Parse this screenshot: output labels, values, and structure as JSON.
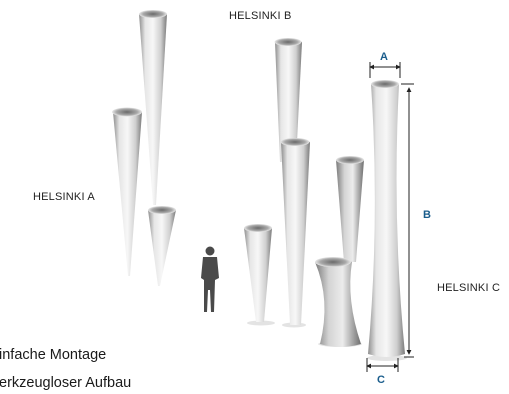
{
  "labels": {
    "helsinki_a": "HELSINKI A",
    "helsinki_b": "HELSINKI B",
    "helsinki_c": "HELSINKI C"
  },
  "dimensions": {
    "a": "A",
    "b": "B",
    "c": "C"
  },
  "features": [
    "infache Montage",
    "erkzeugloser Aufbau"
  ],
  "colors": {
    "dimension": "#1a5d8c",
    "text": "#222222"
  }
}
